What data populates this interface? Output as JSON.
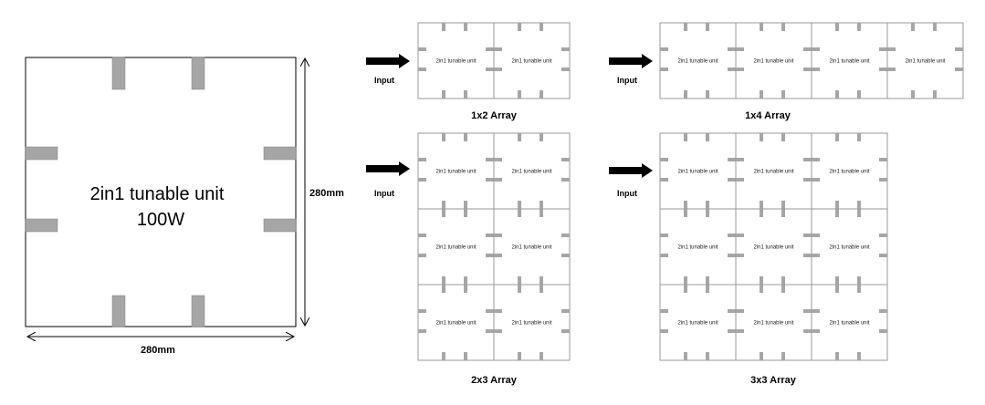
{
  "unit": {
    "label_line1": "2in1 tunable unit",
    "label_line2": "100W",
    "width_label": "280mm",
    "height_label": "280mm"
  },
  "cell_label": "2in1 tunable unit",
  "input_label": "Input",
  "arrays": [
    {
      "caption": "1x2 Array",
      "rows": 1,
      "cols": 2
    },
    {
      "caption": "1x4 Array",
      "rows": 1,
      "cols": 4
    },
    {
      "caption": "2x3 Array",
      "rows": 3,
      "cols": 2
    },
    {
      "caption": "3x3 Array",
      "rows": 3,
      "cols": 3
    }
  ],
  "colors": {
    "outline": "#000000",
    "cell_border": "#999999",
    "connector": "#a6a6a6",
    "connector_border": "#808080",
    "arrow": "#000000"
  }
}
